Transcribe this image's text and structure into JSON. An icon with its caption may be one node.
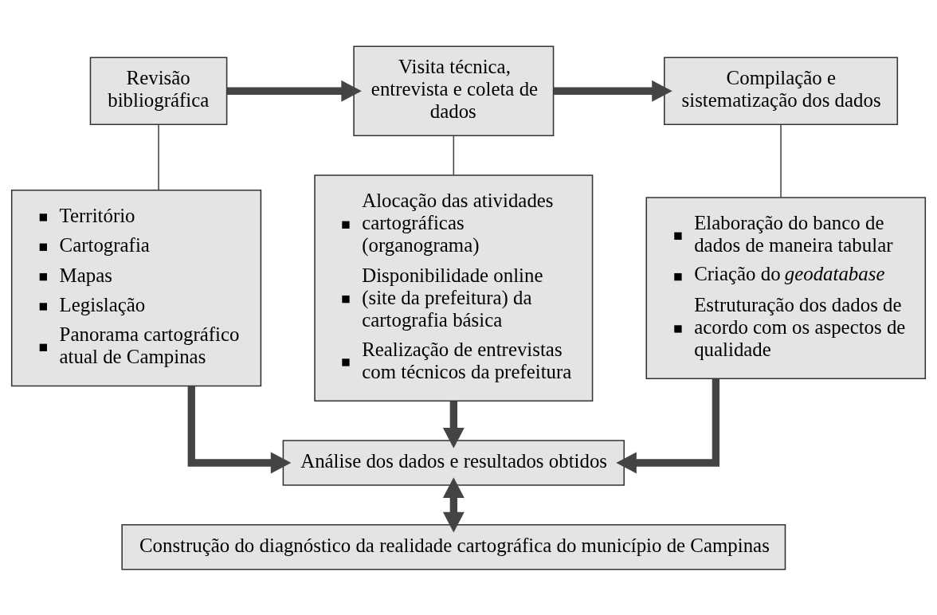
{
  "diagram": {
    "nodes": [
      {
        "text": [
          "Revisão bibliográfica"
        ]
      },
      {
        "text": [
          "Visita técnica, entrevista e coleta de dados"
        ]
      },
      {
        "text": [
          "Compilação e sistematização dos dados"
        ]
      },
      {
        "text": [
          "Território",
          "Cartografia",
          "Mapas",
          "Legislação",
          "Panorama cartográfico atual de Campinas"
        ]
      },
      {
        "text": [
          "Alocação das atividades cartográficas (organograma)",
          "Disponibilidade online (site da prefeitura) da cartografia básica",
          "Realização de entrevistas com técnicos da prefeitura"
        ]
      },
      {
        "text": [
          "Elaboração do banco de dados de maneira tabular",
          "Criação do *geodatabase*",
          "Estruturação dos dados de acordo com os aspectos de qualidade"
        ]
      },
      {
        "text": [
          "Análise dos dados e resultados obtidos"
        ]
      },
      {
        "text": [
          "Construção do diagnóstico da realidade cartográfica do município de Campinas"
        ]
      }
    ],
    "edges": [
      {
        "from": 0,
        "to": 1,
        "arrow": "to"
      },
      {
        "from": 1,
        "to": 2,
        "arrow": "to"
      },
      {
        "from": 0,
        "to": 3,
        "arrow": "none"
      },
      {
        "from": 1,
        "to": 4,
        "arrow": "none"
      },
      {
        "from": 2,
        "to": 5,
        "arrow": "none"
      },
      {
        "from": 3,
        "to": 6,
        "arrow": "to"
      },
      {
        "from": 4,
        "to": 6,
        "arrow": "to"
      },
      {
        "from": 5,
        "to": 6,
        "arrow": "to"
      },
      {
        "from": 6,
        "to": 7,
        "arrow": "both"
      }
    ]
  }
}
